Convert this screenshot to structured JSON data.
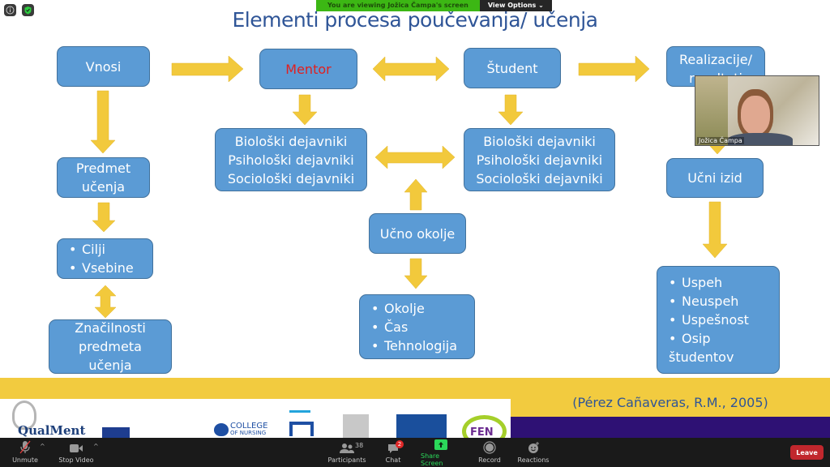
{
  "zoom": {
    "banner": {
      "viewing_text": "You are viewing Jožica Čampa's screen",
      "view_options_label": "View Options ⌄"
    },
    "top_icons": [
      {
        "name": "info-icon"
      },
      {
        "name": "shield-check-icon",
        "color": "#2ecc40"
      }
    ],
    "video_tile": {
      "participant_name": "Jožica Čampa"
    },
    "toolbar": {
      "unmute_label": "Unmute",
      "stop_video_label": "Stop Video",
      "participants_label": "Participants",
      "participants_count": "38",
      "chat_label": "Chat",
      "chat_badge": "2",
      "share_label": "Share Screen",
      "record_label": "Record",
      "reactions_label": "Reactions",
      "leave_label": "Leave",
      "caret": "^"
    },
    "colors": {
      "share": "#2bd95a",
      "leave": "#c1272d",
      "box": "#5b9bd5",
      "arrow": "#f2c93c",
      "title": "#2f5597"
    }
  },
  "slide": {
    "title": "Elementi procesa poučevanja/ učenja",
    "boxes": {
      "vnosi": "Vnosi",
      "mentor": "Mentor",
      "student": "Študent",
      "realizacije": "Realizacije/ rezultati",
      "predmet": [
        "Predmet",
        "učenja"
      ],
      "mentor_factors": [
        "Biološki dejavniki",
        "Psihološki dejavniki",
        "Sociološki dejavniki"
      ],
      "student_factors": [
        "Biološki dejavniki",
        "Psihološki dejavniki",
        "Sociološki dejavniki"
      ],
      "cilji": [
        "Cilji",
        "Vsebine"
      ],
      "znacilnosti": [
        "Značilnosti",
        "predmeta",
        "učenja"
      ],
      "ucno_okolje": "Učno okolje",
      "okolje_items": [
        "Okolje",
        "Čas",
        "Tehnologija"
      ],
      "ucni_izid": "Učni izid",
      "izid_items": [
        "Uspeh",
        "Neuspeh",
        "Uspešnost",
        "Osip"
      ],
      "izid_item_cont": "študentov"
    },
    "citation": "(Pérez Cañaveras, R.M., 2005)",
    "logos": {
      "qualment": "QualMent",
      "college_line1": "COLLEGE",
      "college_line2": "OF NURSING",
      "fen": "FEN"
    }
  }
}
